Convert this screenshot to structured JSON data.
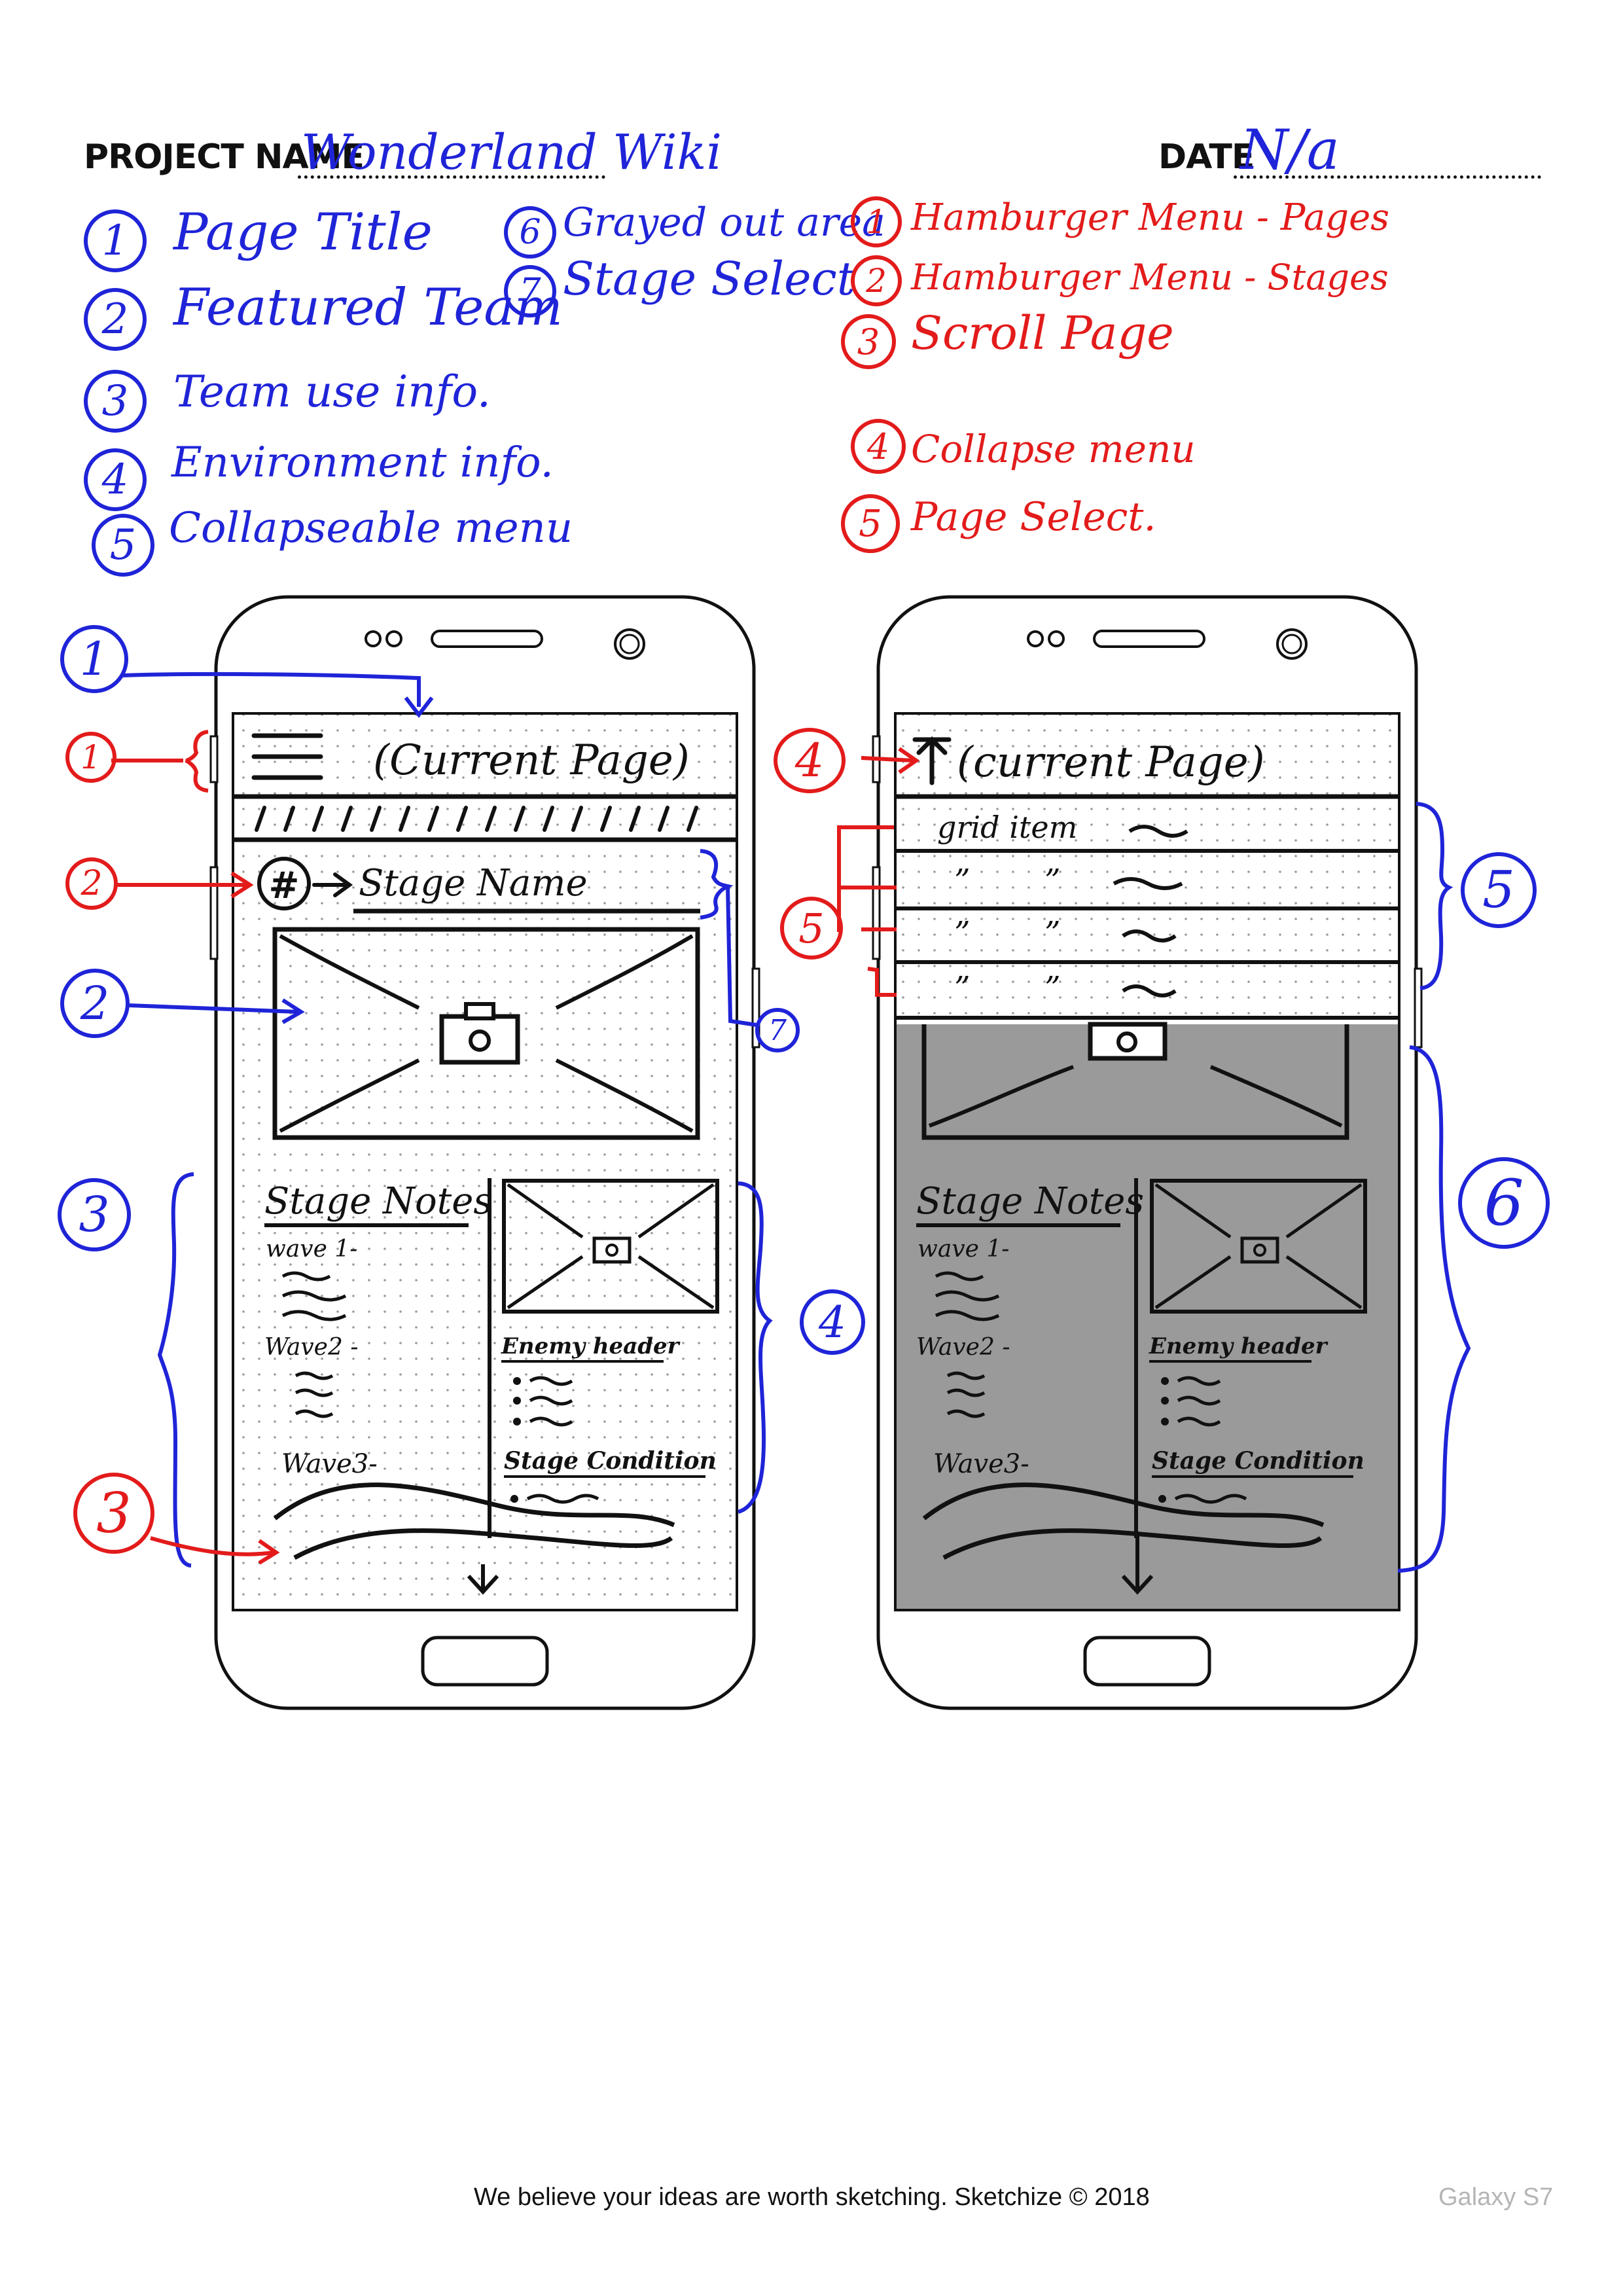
{
  "header": {
    "project_label": "PROJECT NAME",
    "project_value": "Wonderland Wiki",
    "date_label": "DATE",
    "date_value": "N/a"
  },
  "legend_blue": [
    {
      "num": "1",
      "label": "Page Title"
    },
    {
      "num": "2",
      "label": "Featured Team"
    },
    {
      "num": "3",
      "label": "Team use info."
    },
    {
      "num": "4",
      "label": "Environment info."
    },
    {
      "num": "5",
      "label": "Collapseable menu"
    },
    {
      "num": "6",
      "label": "Grayed out area"
    },
    {
      "num": "7",
      "label": "Stage Select"
    }
  ],
  "legend_red": [
    {
      "num": "1",
      "label": "Hamburger Menu - Pages"
    },
    {
      "num": "2",
      "label": "Hamburger Menu - Stages"
    },
    {
      "num": "3",
      "label": "Scroll Page"
    },
    {
      "num": "4",
      "label": "Collapse menu"
    },
    {
      "num": "5",
      "label": "Page Select."
    }
  ],
  "phone_left": {
    "title": "(Current Page)",
    "stage_badge": "#",
    "stage_name": "Stage Name",
    "notes_title": "Stage Notes",
    "wave1": "wave 1-",
    "wave2": "Wave2 -",
    "wave3": "Wave3-",
    "enemy_header": "Enemy header",
    "stage_condition": "Stage Condition"
  },
  "phone_right": {
    "title": "(current Page)",
    "grid_item": "grid item",
    "ditto": "”",
    "notes_title": "Stage Notes",
    "wave1": "wave 1-",
    "wave2": "Wave2 -",
    "wave3": "Wave3-",
    "enemy_header": "Enemy header",
    "stage_condition": "Stage Condition"
  },
  "callouts": {
    "left_blue_1": "1",
    "left_red_1": "1",
    "left_red_2": "2",
    "left_blue_2": "2",
    "left_blue_7": "7",
    "left_blue_3": "3",
    "left_blue_4": "4",
    "left_red_3": "3",
    "right_red_4": "4",
    "right_red_5": "5",
    "right_blue_5": "5",
    "right_blue_6": "6"
  },
  "footer": {
    "tagline": "We believe your ideas are worth sketching. Sketchize © 2018",
    "device_model": "Galaxy S7"
  },
  "colors": {
    "blue_ink": "#1f24d8",
    "red_ink": "#e31b1b",
    "grayed_area": "#9a9a9a"
  }
}
